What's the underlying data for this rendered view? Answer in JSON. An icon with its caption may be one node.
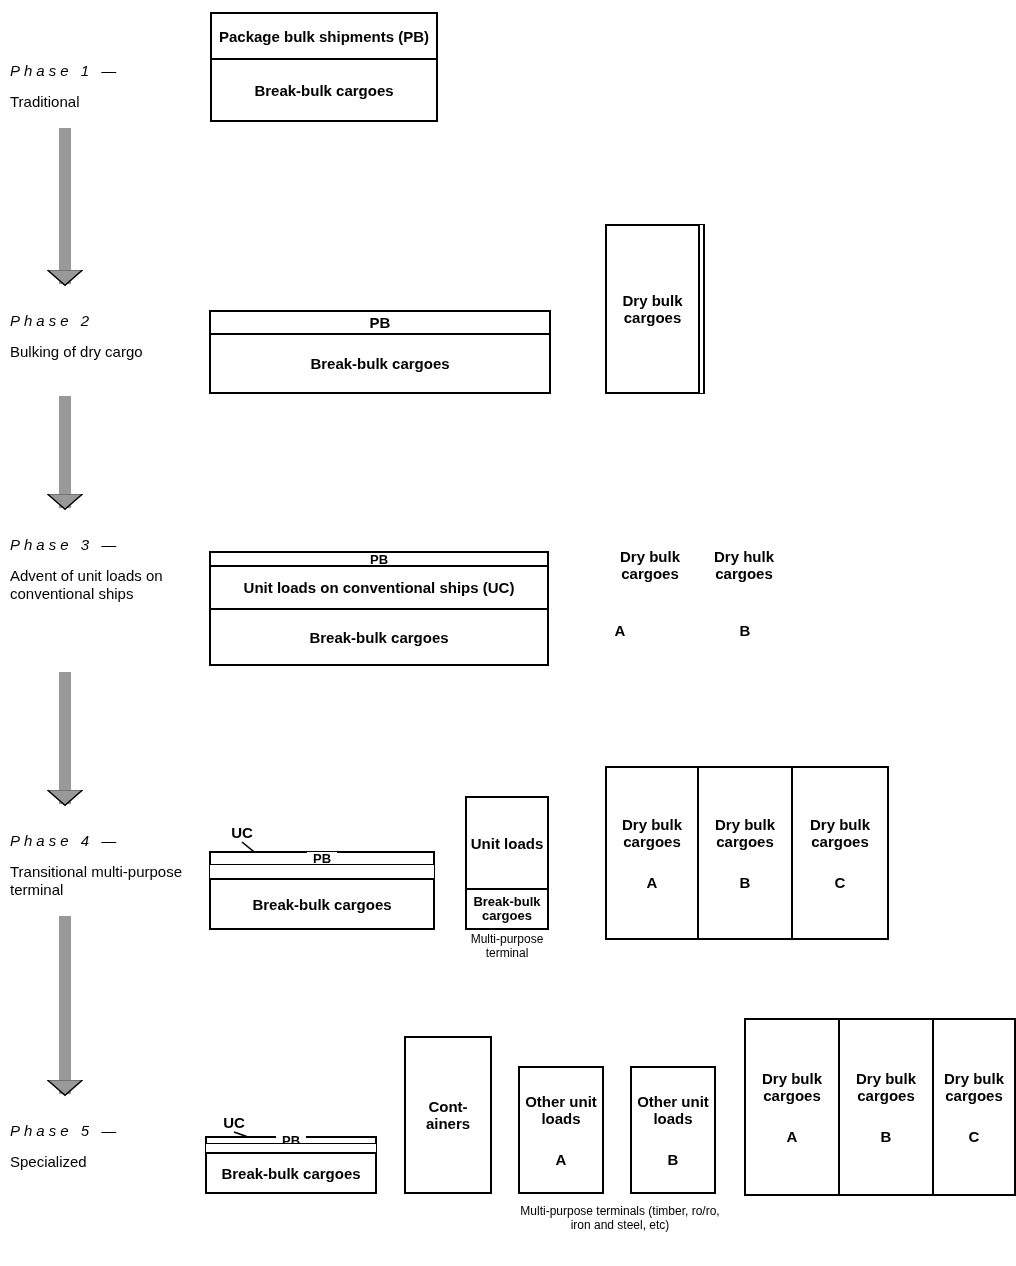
{
  "diagram": {
    "nodes": [
      {
        "text": [
          "Phase 1 —",
          "Traditional"
        ]
      },
      {
        "text": [
          "Package bulk shipments (PB)"
        ]
      },
      {
        "text": [
          "Break-bulk cargoes"
        ]
      },
      {
        "text": [
          "Phase 2",
          "Bulking of dry cargo"
        ]
      },
      {
        "text": [
          "PB"
        ]
      },
      {
        "text": [
          "Break-bulk cargoes"
        ]
      },
      {
        "text": [
          "Dry bulk cargoes"
        ]
      },
      {
        "text": [
          "Phase 3 —",
          "Advent of unit loads on conventional ships"
        ]
      },
      {
        "text": [
          "PB"
        ]
      },
      {
        "text": [
          "Unit loads on conventional ships (UC)"
        ]
      },
      {
        "text": [
          "Break-bulk cargoes"
        ]
      },
      {
        "text": [
          "Phase 4 —",
          "Transitional multi-purpose terminal"
        ]
      },
      {
        "text": [
          "UC"
        ]
      },
      {
        "text": [
          "PB"
        ]
      },
      {
        "text": [],
        "shape": "bar"
      },
      {
        "text": [
          "Break-bulk cargoes"
        ]
      },
      {
        "text": [],
        "shape": "box",
        "beside": [
          "Multi-purpose terminal"
        ]
      },
      {
        "text": [
          "Unit loads"
        ],
        "in": 16
      },
      {
        "text": [
          "Break-bulk cargoes"
        ],
        "in": 16
      },
      {
        "text": [
          "Dry bulk cargoes",
          "A"
        ]
      },
      {
        "text": [
          "Dry bulk cargoes",
          "B"
        ]
      },
      {
        "text": [
          "Dry bulk cargoes",
          "C"
        ]
      },
      {
        "text": [
          "Phase 5 —",
          "Specialized"
        ]
      },
      {
        "text": [
          "UC"
        ]
      },
      {
        "text": [
          "PB"
        ]
      },
      {
        "text": [],
        "shape": "bar"
      },
      {
        "text": [
          "Break-bulk cargoes"
        ]
      },
      {
        "text": [
          "Cont- ainers"
        ]
      },
      {
        "text": [
          "Other unit loads",
          "A"
        ]
      },
      {
        "text": [
          "Other unit loads",
          "B"
        ]
      },
      {
        "text": [
          "Dry bulk cargoes",
          "A"
        ]
      },
      {
        "text": [
          "Dry bulk cargoes",
          "B"
        ]
      },
      {
        "text": [
          "Dry bulk cargoes",
          "C"
        ]
      }
    ],
    "edges": [
      {
        "from": 0,
        "to": 3,
        "arrow": "to"
      },
      {
        "from": 3,
        "to": 7,
        "arrow": "to"
      },
      {
        "from": 7,
        "to": 11,
        "arrow": "to"
      },
      {
        "from": 11,
        "to": 22,
        "arrow": "to"
      },
      {
        "from": 12,
        "to": 14,
        "arrow": "none",
        "color": "#000000"
      },
      {
        "from": 23,
        "to": 25,
        "arrow": "none",
        "color": "#000000"
      }
    ],
    "labels": [
      "Dry bulk cargoes",
      "A",
      "Dry hulk cargoes",
      "B",
      "Multi-purpose terminals (timber, ro/ro, iron and steel, etc)"
    ]
  }
}
